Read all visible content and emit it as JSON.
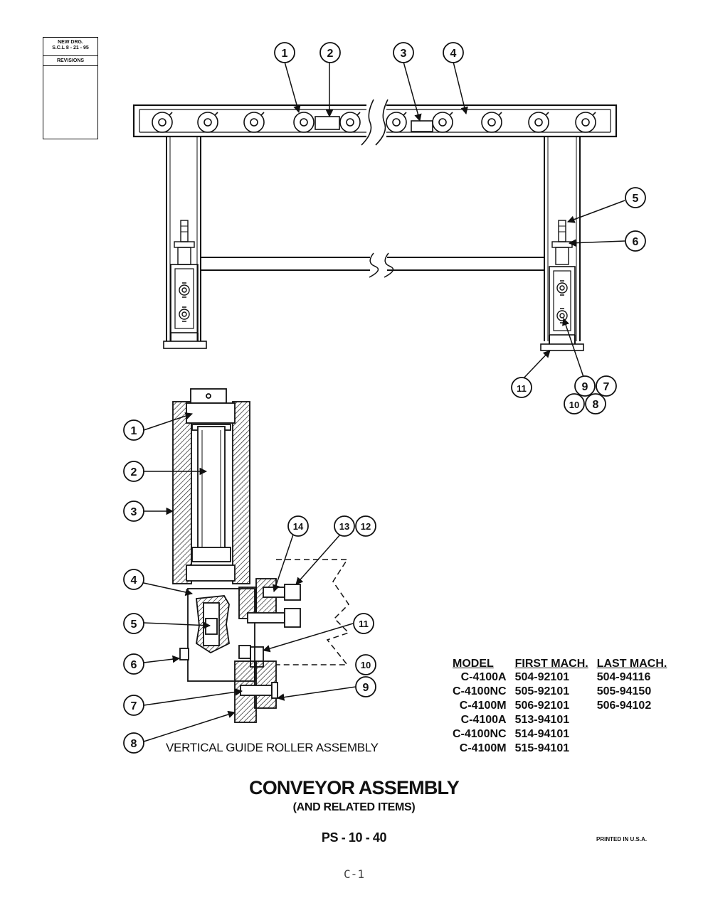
{
  "revision_block": {
    "line1": "NEW DRG.",
    "line2": "S.C.L 8 - 21 - 95",
    "line3": "REVISIONS"
  },
  "top_callouts": [
    "1",
    "2",
    "3",
    "4",
    "5",
    "6",
    "11",
    "9",
    "7",
    "10",
    "8"
  ],
  "bottom_callouts": [
    "1",
    "2",
    "3",
    "4",
    "5",
    "6",
    "7",
    "8",
    "14",
    "13",
    "12",
    "11",
    "10",
    "9"
  ],
  "detail_caption": "VERTICAL GUIDE ROLLER ASSEMBLY",
  "model_table": {
    "headers": [
      "MODEL",
      "FIRST MACH.",
      "LAST MACH."
    ],
    "rows": [
      [
        "C-4100A",
        "504-92101",
        "504-94116"
      ],
      [
        "C-4100NC",
        "505-92101",
        "505-94150"
      ],
      [
        "C-4100M",
        "506-92101",
        "506-94102"
      ],
      [
        "C-4100A",
        "513-94101",
        ""
      ],
      [
        "C-4100NC",
        "514-94101",
        ""
      ],
      [
        "C-4100M",
        "515-94101",
        ""
      ]
    ]
  },
  "title": "CONVEYOR ASSEMBLY",
  "subtitle": "(AND RELATED ITEMS)",
  "doc_number": "PS - 10 - 40",
  "printed": "PRINTED IN U.S.A.",
  "page_label": "C-1"
}
